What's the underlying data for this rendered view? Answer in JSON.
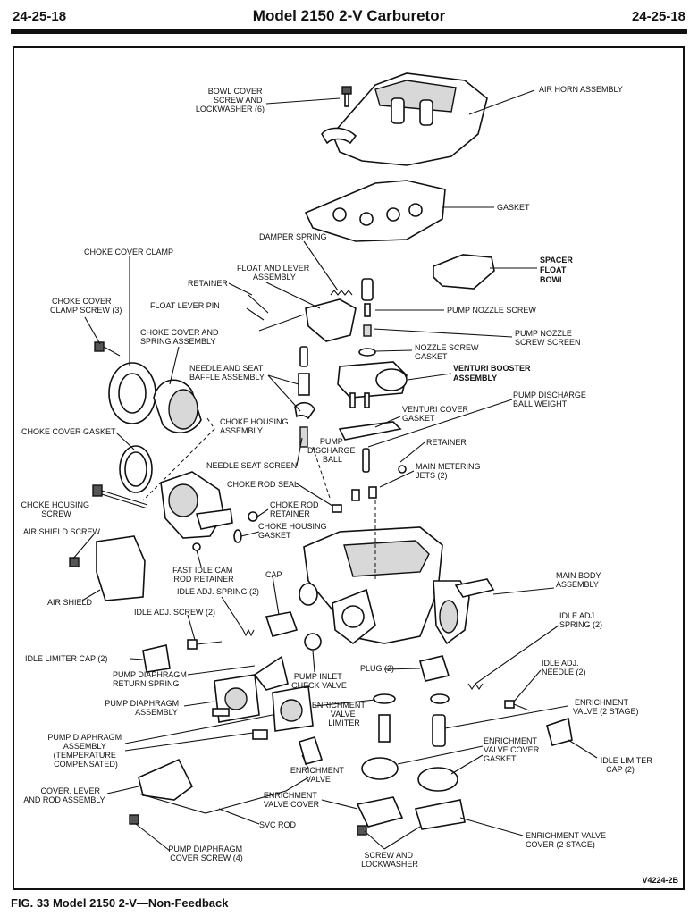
{
  "header": {
    "left": "24-25-18",
    "title": "Model 2150 2-V Carburetor",
    "right": "24-25-18"
  },
  "labels": {
    "bowl_cover_screw": [
      "BOWL COVER",
      "SCREW AND",
      "LOCKWASHER (6)"
    ],
    "air_horn": [
      "AIR HORN ASSEMBLY"
    ],
    "gasket": [
      "GASKET"
    ],
    "damper_spring": [
      "DAMPER SPRING"
    ],
    "choke_cover_clamp": [
      "CHOKE COVER CLAMP"
    ],
    "spacer_float_bowl": [
      "SPACER",
      "FLOAT",
      "BOWL"
    ],
    "float_and_lever": [
      "FLOAT AND LEVER",
      "ASSEMBLY"
    ],
    "retainer_top": [
      "RETAINER"
    ],
    "choke_cover_clamp_screw": [
      "CHOKE COVER",
      "CLAMP SCREW (3)"
    ],
    "float_lever_pin": [
      "FLOAT LEVER PIN"
    ],
    "pump_nozzle_screw": [
      "PUMP NOZZLE SCREW"
    ],
    "choke_cover_spring": [
      "CHOKE COVER AND",
      "SPRING ASSEMBLY"
    ],
    "pump_nozzle_screen": [
      "PUMP NOZZLE",
      "SCREW SCREEN"
    ],
    "nozzle_screw_gasket": [
      "NOZZLE SCREW",
      "GASKET"
    ],
    "needle_seat_baffle": [
      "NEEDLE AND SEAT",
      "BAFFLE ASSEMBLY"
    ],
    "venturi_booster": [
      "VENTURI BOOSTER",
      "ASSEMBLY"
    ],
    "pump_discharge_weight": [
      "PUMP DISCHARGE",
      "BALL WEIGHT"
    ],
    "venturi_cover_gasket": [
      "VENTURI COVER",
      "GASKET"
    ],
    "choke_housing_assy": [
      "CHOKE HOUSING",
      "ASSEMBLY"
    ],
    "choke_cover_gasket": [
      "CHOKE COVER GASKET"
    ],
    "pump_discharge_ball": [
      "PUMP",
      "DISCHARGE",
      "BALL"
    ],
    "retainer_mid": [
      "RETAINER"
    ],
    "needle_seat_screen": [
      "NEEDLE SEAT SCREEN"
    ],
    "main_metering_jets": [
      "MAIN METERING",
      "JETS (2)"
    ],
    "choke_rod_seal": [
      "CHOKE ROD SEAL"
    ],
    "choke_housing_screw": [
      "CHOKE HOUSING",
      "SCREW"
    ],
    "choke_rod_retainer": [
      "CHOKE ROD",
      "RETAINER"
    ],
    "air_shield_screw": [
      "AIR SHIELD SCREW"
    ],
    "choke_housing_gasket": [
      "CHOKE HOUSING",
      "GASKET"
    ],
    "fast_idle_cam": [
      "FAST IDLE CAM",
      "ROD RETAINER"
    ],
    "cap": [
      "CAP"
    ],
    "main_body": [
      "MAIN BODY",
      "ASSEMBLY"
    ],
    "air_shield": [
      "AIR SHIELD"
    ],
    "idle_adj_spring": [
      "IDLE ADJ. SPRING (2)"
    ],
    "idle_adj_screw": [
      "IDLE ADJ. SCREW (2)"
    ],
    "idle_adj_spring_r": [
      "IDLE ADJ.",
      "SPRING (2)"
    ],
    "idle_limiter_cap": [
      "IDLE LIMITER CAP (2)"
    ],
    "pump_diaphragm_return": [
      "PUMP DIAPHRAGM",
      "RETURN SPRING"
    ],
    "pump_inlet_check": [
      "PUMP INLET",
      "CHECK VALVE"
    ],
    "plug": [
      "PLUG (2)"
    ],
    "idle_adj_needle": [
      "IDLE ADJ.",
      "NEEDLE (2)"
    ],
    "pump_diaphragm_assy": [
      "PUMP DIAPHRAGM",
      "ASSEMBLY"
    ],
    "enrichment_valve_limiter": [
      "ENRICHMENT",
      "VALVE",
      "LIMITER"
    ],
    "enrichment_valve_2stage": [
      "ENRICHMENT",
      "VALVE (2 STAGE)"
    ],
    "pump_diaphragm_temp": [
      "PUMP DIAPHRAGM",
      "ASSEMBLY",
      "(TEMPERATURE",
      "COMPENSATED)"
    ],
    "enrichment_cover_gasket": [
      "ENRICHMENT",
      "VALVE COVER",
      "GASKET"
    ],
    "enrichment_valve": [
      "ENRICHMENT",
      "VALVE"
    ],
    "idle_limiter_cap_r": [
      "IDLE LIMITER",
      "CAP (2)"
    ],
    "cover_lever_rod": [
      "COVER, LEVER",
      "AND ROD ASSEMBLY"
    ],
    "enrichment_valve_cover": [
      "ENRICHMENT",
      "VALVE COVER"
    ],
    "svc_rod": [
      "SVC ROD"
    ],
    "enrichment_cover_2stage": [
      "ENRICHMENT VALVE",
      "COVER (2 STAGE)"
    ],
    "pump_diaphragm_cover_screw": [
      "PUMP DIAPHRAGM",
      "COVER SCREW (4)"
    ],
    "screw_lockwasher": [
      "SCREW AND",
      "LOCKWASHER"
    ]
  },
  "figure_code": "V4224-2B",
  "caption": "FIG. 33 Model 2150 2-V—Non-Feedback"
}
